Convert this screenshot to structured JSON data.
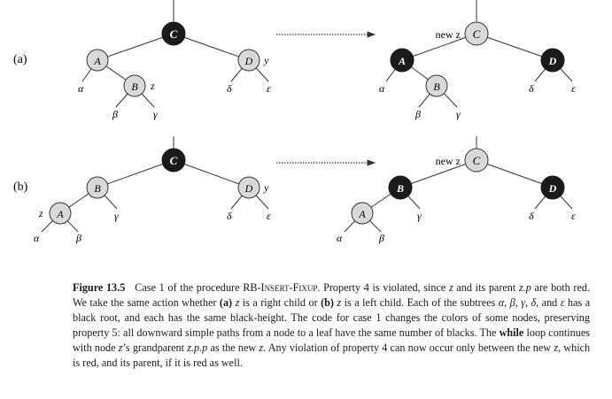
{
  "rows": [
    {
      "label": "(a)",
      "before": {
        "nodes": [
          {
            "name": "node-c",
            "key": "C",
            "color": "black",
            "tag": ""
          },
          {
            "name": "node-a",
            "key": "A",
            "color": "red",
            "tag": ""
          },
          {
            "name": "node-b",
            "key": "B",
            "color": "red",
            "tag": "z"
          },
          {
            "name": "node-d",
            "key": "D",
            "color": "red",
            "tag": "y"
          }
        ],
        "subtrees": [
          "α",
          "β",
          "γ",
          "δ",
          "ε"
        ]
      },
      "after": {
        "nodes": [
          {
            "name": "node-c",
            "key": "C",
            "color": "red",
            "tag": "new z"
          },
          {
            "name": "node-a",
            "key": "A",
            "color": "black",
            "tag": ""
          },
          {
            "name": "node-b",
            "key": "B",
            "color": "red",
            "tag": ""
          },
          {
            "name": "node-d",
            "key": "D",
            "color": "black",
            "tag": ""
          }
        ],
        "subtrees": [
          "α",
          "β",
          "γ",
          "δ",
          "ε"
        ]
      }
    },
    {
      "label": "(b)",
      "before": {
        "nodes": [
          {
            "name": "node-c",
            "key": "C",
            "color": "black",
            "tag": ""
          },
          {
            "name": "node-b",
            "key": "B",
            "color": "red",
            "tag": ""
          },
          {
            "name": "node-a",
            "key": "A",
            "color": "red",
            "tag": "z"
          },
          {
            "name": "node-d",
            "key": "D",
            "color": "red",
            "tag": "y"
          }
        ],
        "subtrees": [
          "α",
          "β",
          "γ",
          "δ",
          "ε"
        ]
      },
      "after": {
        "nodes": [
          {
            "name": "node-c",
            "key": "C",
            "color": "red",
            "tag": "new z"
          },
          {
            "name": "node-b",
            "key": "B",
            "color": "black",
            "tag": ""
          },
          {
            "name": "node-a",
            "key": "A",
            "color": "red",
            "tag": ""
          },
          {
            "name": "node-d",
            "key": "D",
            "color": "black",
            "tag": ""
          }
        ],
        "subtrees": [
          "α",
          "β",
          "γ",
          "δ",
          "ε"
        ]
      }
    }
  ],
  "colors": {
    "black_node": "#1a1a1a",
    "red_node": "#d9d9d9",
    "edge": "#333333"
  },
  "caption": {
    "label": "Figure 13.5",
    "s1": "Case 1 of the procedure",
    "proc": "RB-Insert-Fixup",
    "s2": ". Property 4 is violated, since",
    "z1": "z",
    "s3": "and its parent",
    "zp": "z.p",
    "s4": "are both red. We take the same action whether",
    "a": "(a)",
    "z2": "z",
    "s5": "is a right child or",
    "b": "(b)",
    "z3": "z",
    "s6": "is a left child. Each of the subtrees",
    "greeks": "α, β, γ, δ,",
    "s7": "and",
    "eps": "ε",
    "s8": "has a black root, and each has the same black-height. The code for case 1 changes the colors of some nodes, preserving property 5: all downward simple paths from a node to a leaf have the same number of blacks. The",
    "kw": "while",
    "s9": "loop continues with node",
    "z4": "z",
    "s10": "’s grandparent",
    "zpp": "z.p.p",
    "s11": "as the new",
    "z5": "z",
    "s12": ". Any violation of property 4 can now occur only between the new",
    "z6": "z",
    "s13": ", which is red, and its parent, if it is red as well."
  }
}
